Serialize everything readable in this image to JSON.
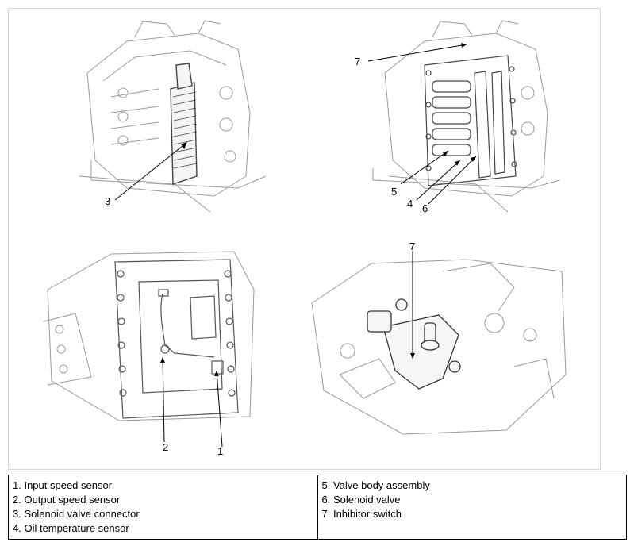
{
  "callouts": {
    "top_left": [
      "3"
    ],
    "top_right": [
      "7",
      "5",
      "4",
      "6"
    ],
    "bottom_left": [
      "2",
      "1"
    ],
    "bottom_right": [
      "7"
    ]
  },
  "legend": {
    "left": [
      "1. Input speed sensor",
      "2. Output speed sensor",
      "3. Solenoid valve connector",
      "4. Oil temperature sensor"
    ],
    "right": [
      "5. Valve body assembly",
      "6. Solenoid valve",
      "7. Inhibitor switch"
    ]
  }
}
